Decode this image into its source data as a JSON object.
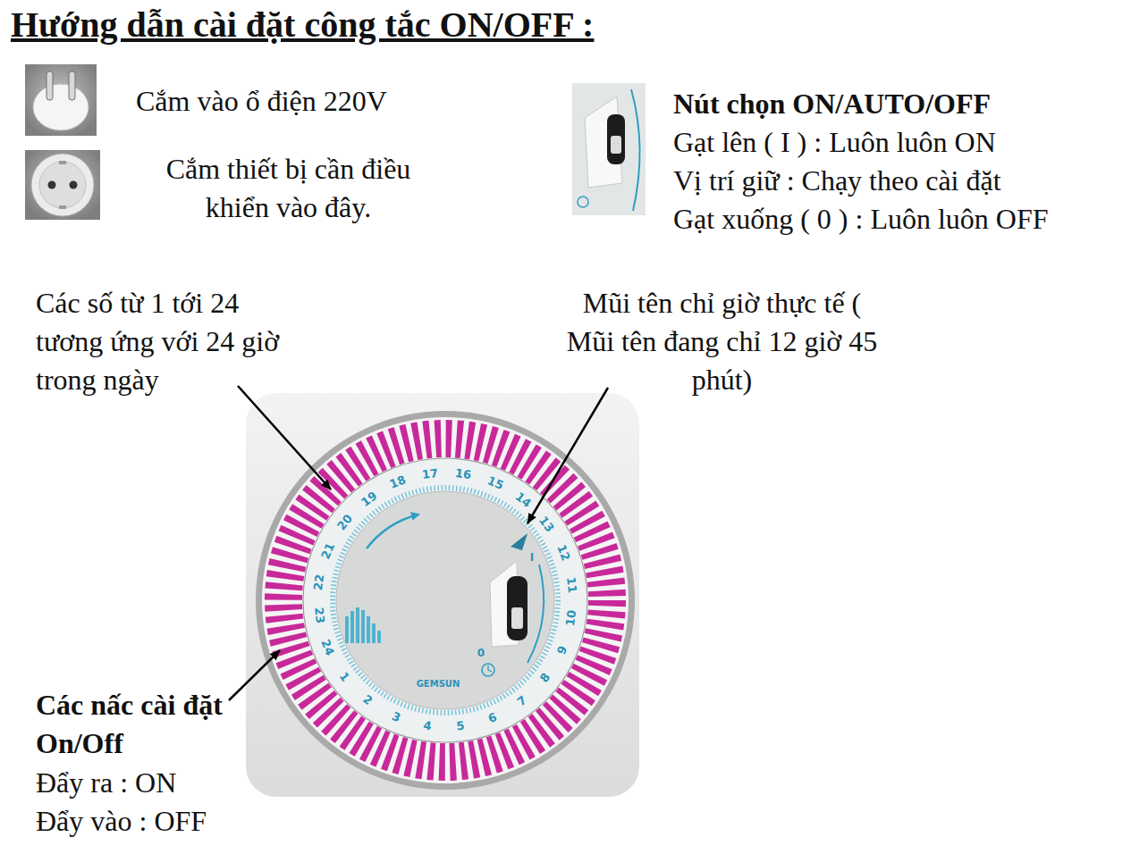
{
  "diagram": {
    "title": "Hướng dẫn cài đặt công tắc ON/OFF :",
    "labels": [
      "Cắm vào ổ điện 220V",
      "Cắm thiết bị cần điều khiển vào đây.",
      "Nút chọn ON/AUTO/OFF",
      "Gạt lên ( I ) : Luôn luôn ON",
      "Vị trí giữ : Chạy theo cài đặt",
      "Gạt xuống ( 0 ) : Luôn luôn OFF",
      "Các số từ 1 tới 24 tương ứng với 24 giờ trong ngày",
      "Mũi tên chỉ giờ thực tế ( Mũi tên đang chỉ 12 giờ 45 phút)",
      "Các nấc cài đặt On/Off",
      "Đẩy ra : ON",
      "Đẩy vào : OFF",
      "1",
      "2",
      "3",
      "4",
      "5",
      "6",
      "7",
      "8",
      "9",
      "10",
      "11",
      "12",
      "13",
      "14",
      "15",
      "16",
      "17",
      "18",
      "19",
      "20",
      "21",
      "22",
      "23",
      "24",
      "GEMSUN",
      "I",
      "0"
    ]
  }
}
